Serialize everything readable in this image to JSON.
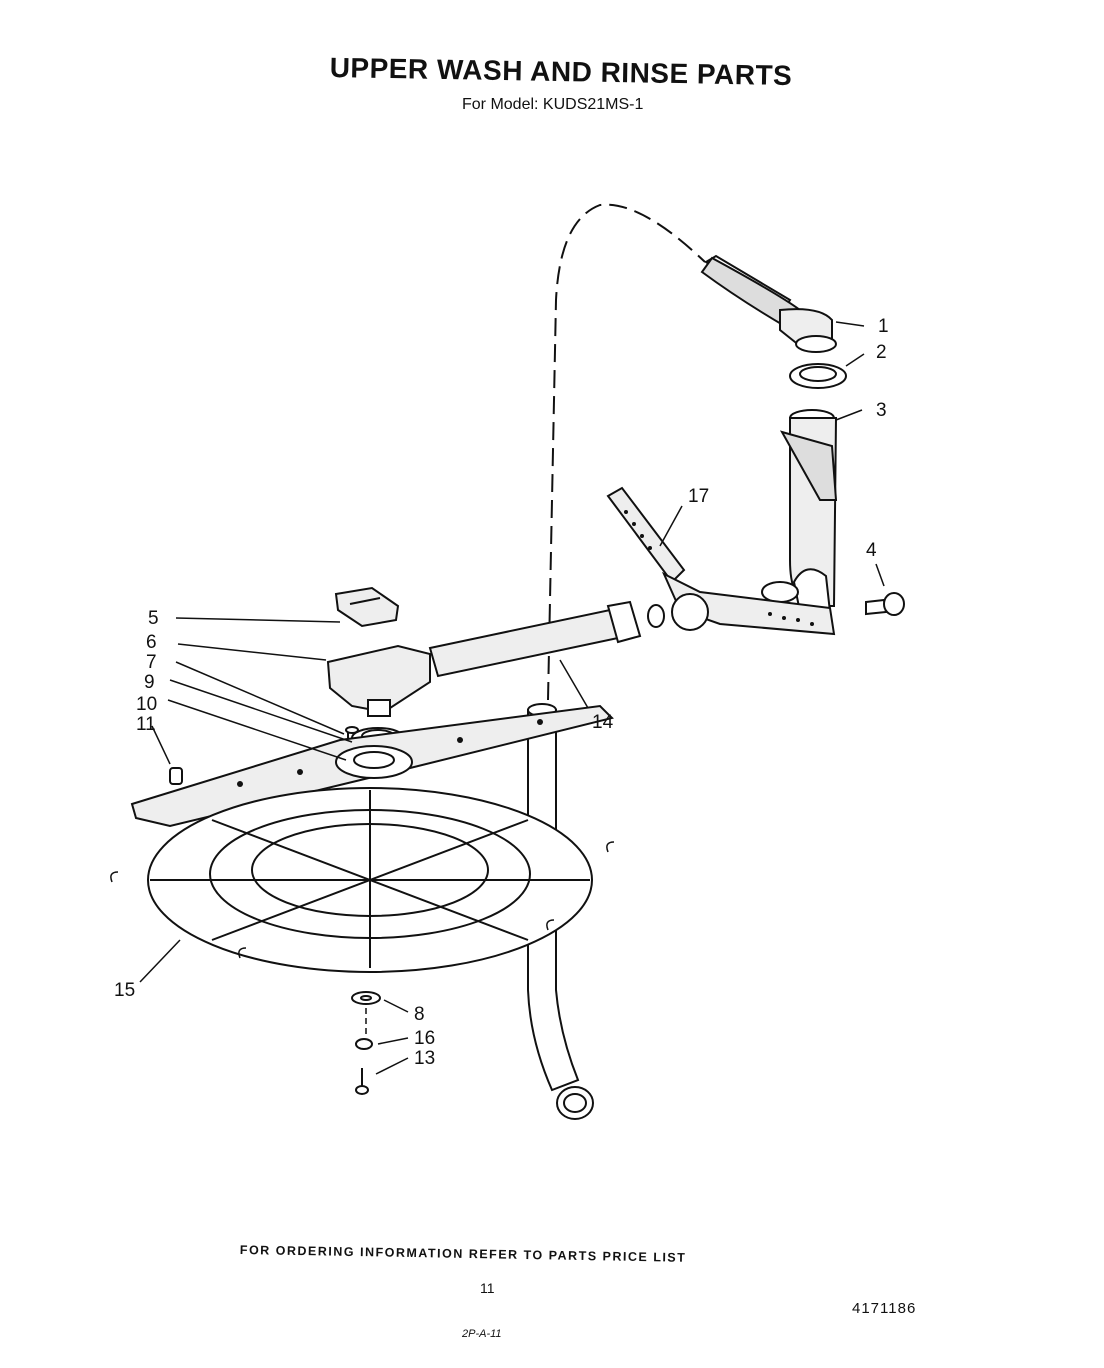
{
  "header": {
    "title": "UPPER WASH AND RINSE PARTS",
    "subtitle": "For Model: KUDS21MS-1"
  },
  "callouts": {
    "c1": "1",
    "c2": "2",
    "c3": "3",
    "c4": "4",
    "c5": "5",
    "c6": "6",
    "c7": "7",
    "c8": "8",
    "c9": "9",
    "c10": "10",
    "c11": "11",
    "c13": "13",
    "c14": "14",
    "c15": "15",
    "c16": "16",
    "c17": "17"
  },
  "footer": {
    "ordering_note": "FOR ORDERING INFORMATION REFER TO PARTS PRICE LIST",
    "page_number": "11",
    "document_number": "4171186",
    "code": "2P-A-11"
  }
}
